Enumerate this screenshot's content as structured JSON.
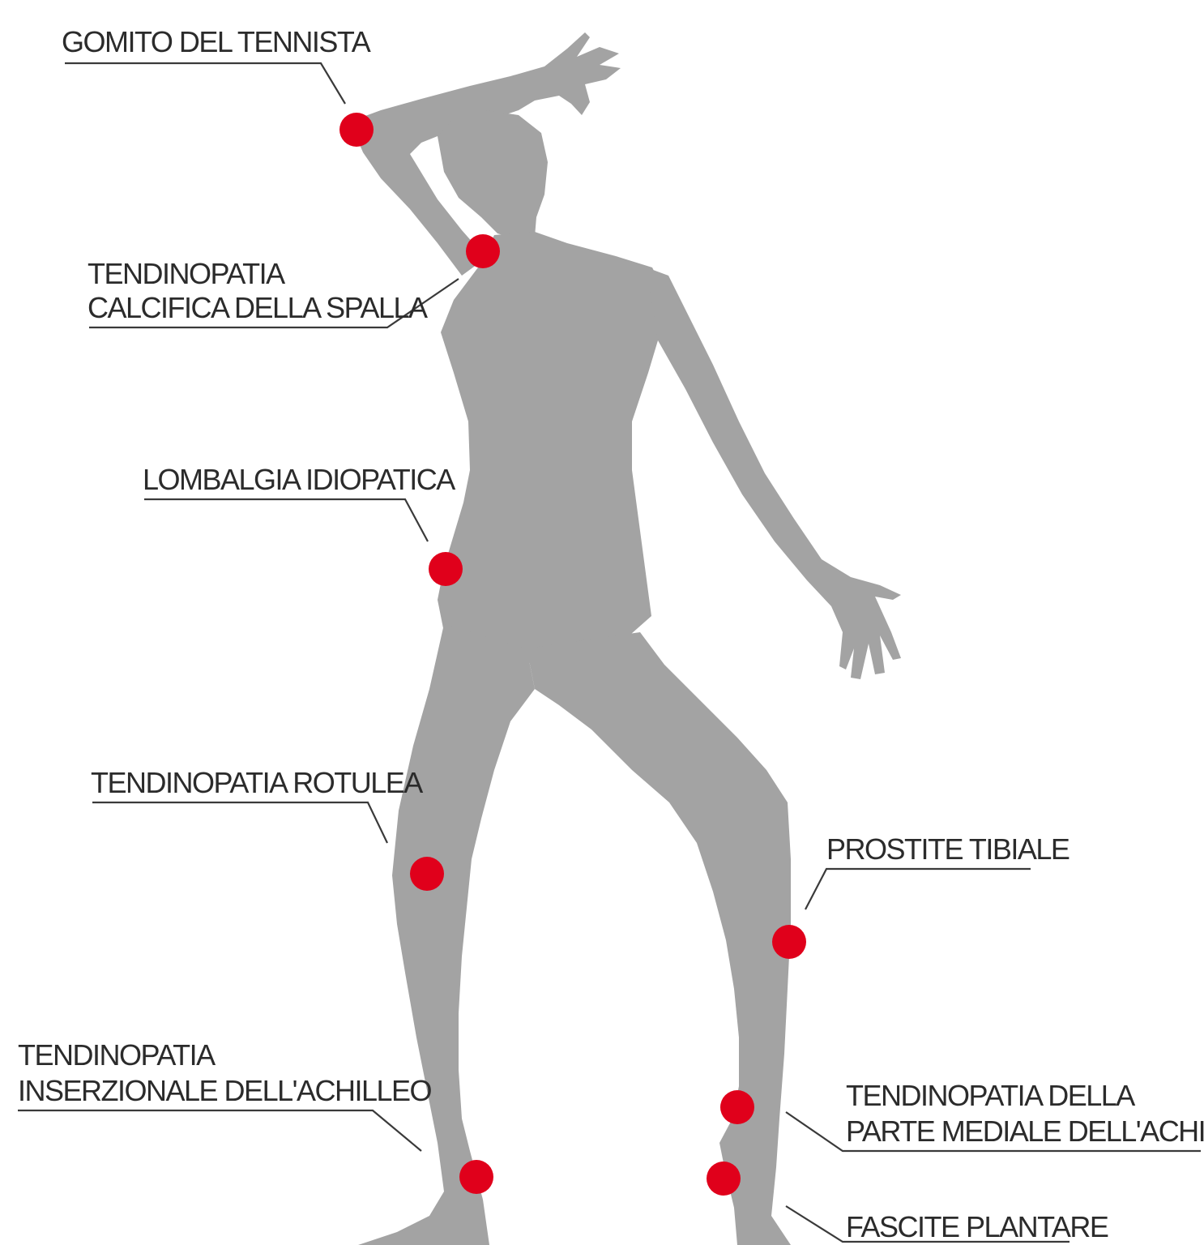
{
  "colors": {
    "background": "#ffffff",
    "silhouette": "#a3a3a3",
    "marker": "#e0001b",
    "text": "#2b2b2b",
    "leader_line": "#3a3a3a"
  },
  "labels": {
    "tennis_elbow": "GOMITO DEL TENNISTA",
    "shoulder_line1": "TENDINOPATIA",
    "shoulder_line2": "CALCIFICA DELLA SPALLA",
    "low_back": "LOMBALGIA IDIOPATICA",
    "patellar": "TENDINOPATIA ROTULEA",
    "tibial": "PROSTITE TIBIALE",
    "achilles_insertional_line1": "TENDINOPATIA",
    "achilles_insertional_line2": "INSERZIONALE DELL'ACHILLEO",
    "achilles_medial_line1": "TENDINOPATIA DELLA",
    "achilles_medial_line2": "PARTE MEDIALE DELL'ACHILLEO",
    "plantar": "FASCITE PLANTARE"
  }
}
